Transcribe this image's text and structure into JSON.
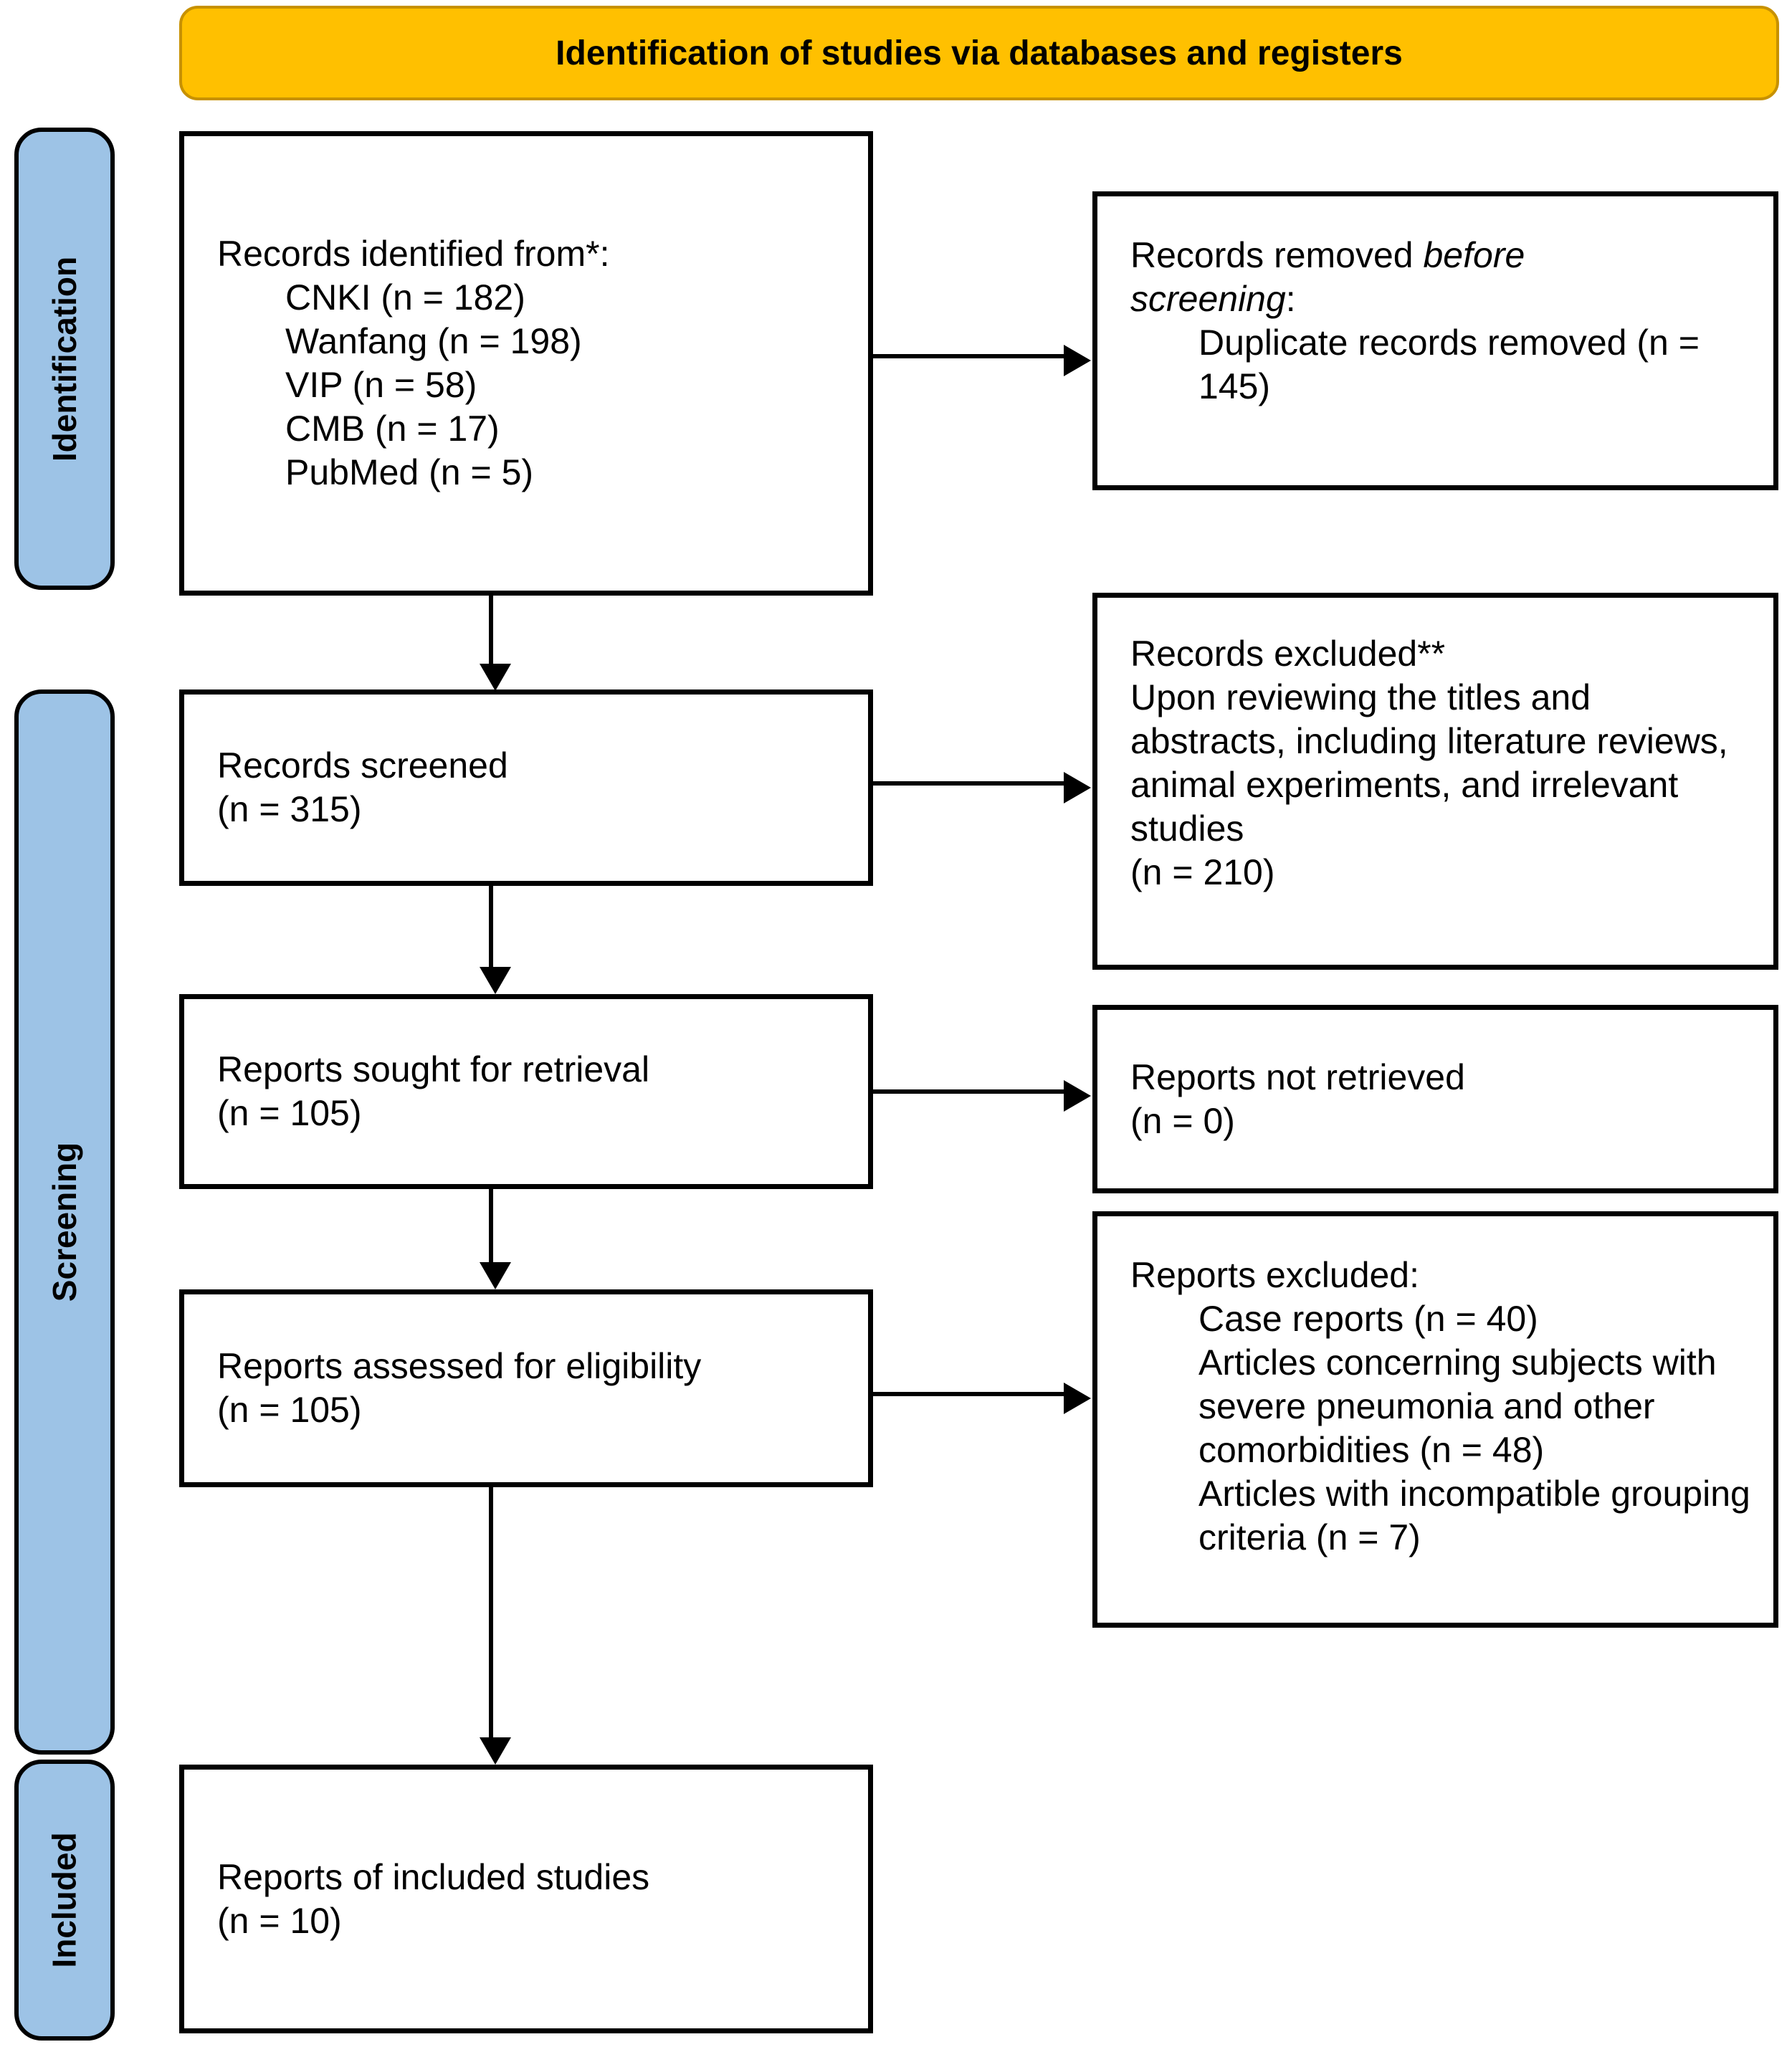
{
  "banner": {
    "label": "Identification of studies via databases and registers"
  },
  "stages": {
    "identification": "Identification",
    "screening": "Screening",
    "included": "Included"
  },
  "boxes": {
    "identified": {
      "title": "Records identified from*:",
      "items": [
        "CNKI (n = 182)",
        "Wanfang (n = 198)",
        "VIP (n = 58)",
        "CMB (n = 17)",
        "PubMed (n = 5)"
      ]
    },
    "removed": {
      "l1_text": "Records removed ",
      "l1_italic": "before",
      "l2_italic": "screening",
      "l2_text": ":",
      "items": [
        "Duplicate records removed (n = 145)"
      ]
    },
    "screened": {
      "line1": "Records screened",
      "line2": "(n = 315)"
    },
    "records_excluded": {
      "line1": "Records excluded**",
      "body": "Upon reviewing the titles and abstracts, including literature reviews, animal experiments, and irrelevant studies",
      "count": "(n = 210)"
    },
    "sought": {
      "line1": "Reports sought for retrieval",
      "line2": "(n = 105)"
    },
    "not_retrieved": {
      "line1": "Reports not retrieved",
      "line2": "(n = 0)"
    },
    "assessed": {
      "line1": "Reports assessed for eligibility",
      "line2": "(n = 105)"
    },
    "reports_excluded": {
      "title": "Reports excluded:",
      "items": [
        "Case reports (n = 40)",
        "Articles concerning subjects with severe pneumonia and other comorbidities (n = 48)",
        "Articles with incompatible grouping criteria (n = 7)"
      ]
    },
    "included": {
      "line1": "Reports of included studies",
      "line2": "(n = 10)"
    }
  },
  "colors": {
    "banner_fill": "#FFC000",
    "banner_border": "#C79100",
    "stage_fill": "#9DC3E6",
    "box_border": "#000000",
    "background": "#FFFFFF"
  }
}
